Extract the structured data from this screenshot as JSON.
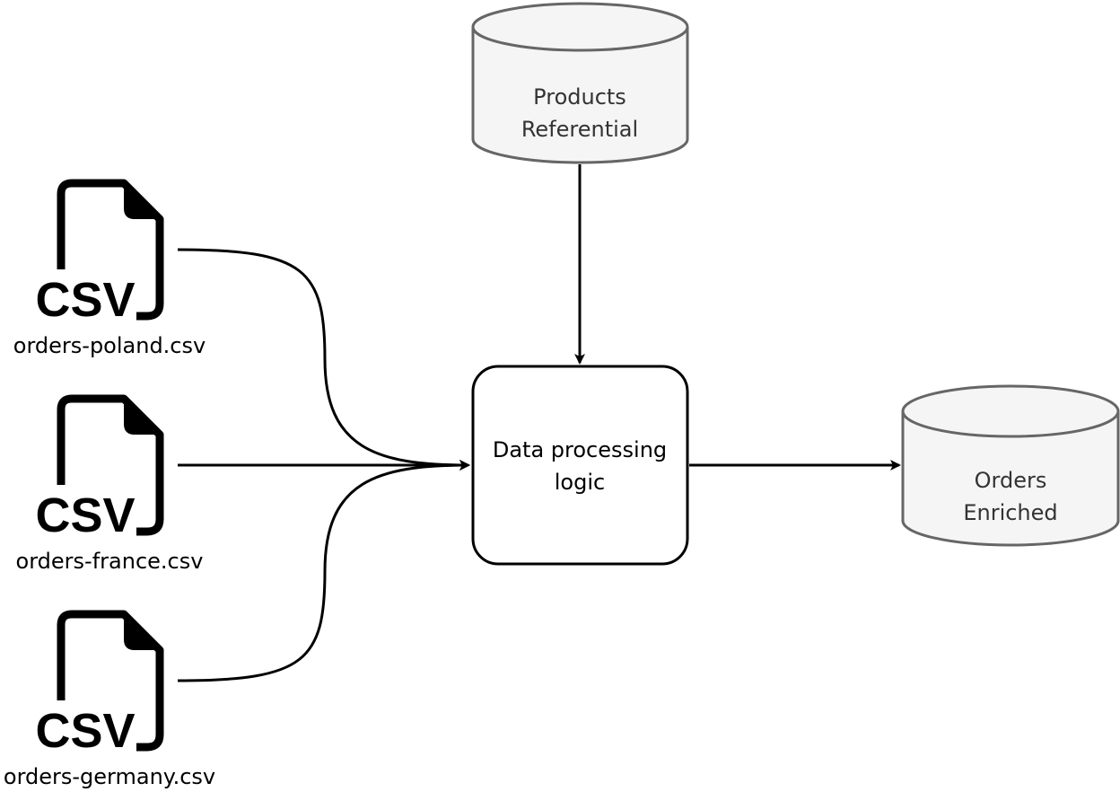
{
  "diagram": {
    "sources": [
      {
        "label": "orders-poland.csv",
        "icon": "csv-file-icon",
        "icon_text": "CSV"
      },
      {
        "label": "orders-france.csv",
        "icon": "csv-file-icon",
        "icon_text": "CSV"
      },
      {
        "label": "orders-germany.csv",
        "icon": "csv-file-icon",
        "icon_text": "CSV"
      }
    ],
    "referential": {
      "line1": "Products",
      "line2": "Referential"
    },
    "process": {
      "line1": "Data processing",
      "line2": "logic"
    },
    "output": {
      "line1": "Orders",
      "line2": "Enriched"
    },
    "colors": {
      "db_fill": "#f5f5f5",
      "db_stroke": "#666666",
      "db_text": "#333333",
      "line": "#000000"
    }
  }
}
